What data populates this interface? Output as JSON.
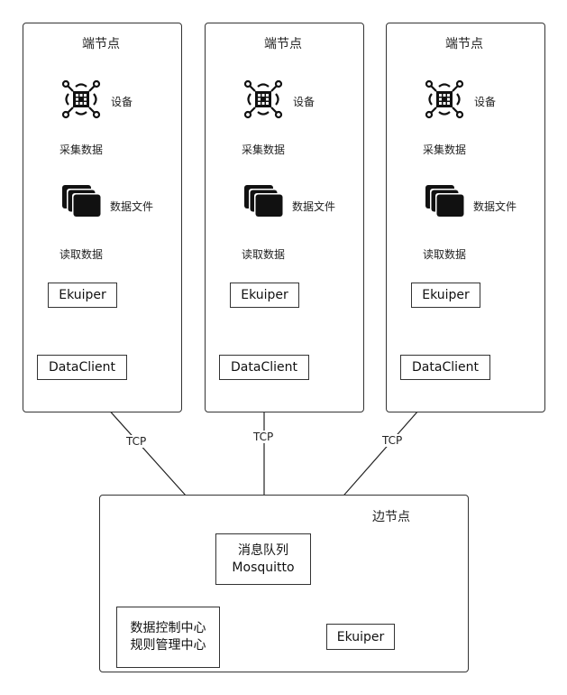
{
  "end_node_group": {
    "title": "端节点",
    "device_label": "设备",
    "collect_label": "采集数据",
    "file_label": "数据文件",
    "read_label": "读取数据",
    "ekuiper_label": "Ekuiper",
    "dataclient_label": "DataClient",
    "tcp_label": "TCP",
    "icons": {
      "device": "iot-chip-icon",
      "file": "data-file-stack-icon"
    }
  },
  "edge_node_group": {
    "title": "边节点",
    "mq_line1": "消息队列",
    "mq_line2": "Mosquitto",
    "center_line1": "数据控制中心",
    "center_line2": "规则管理中心",
    "ekuiper_label": "Ekuiper"
  }
}
